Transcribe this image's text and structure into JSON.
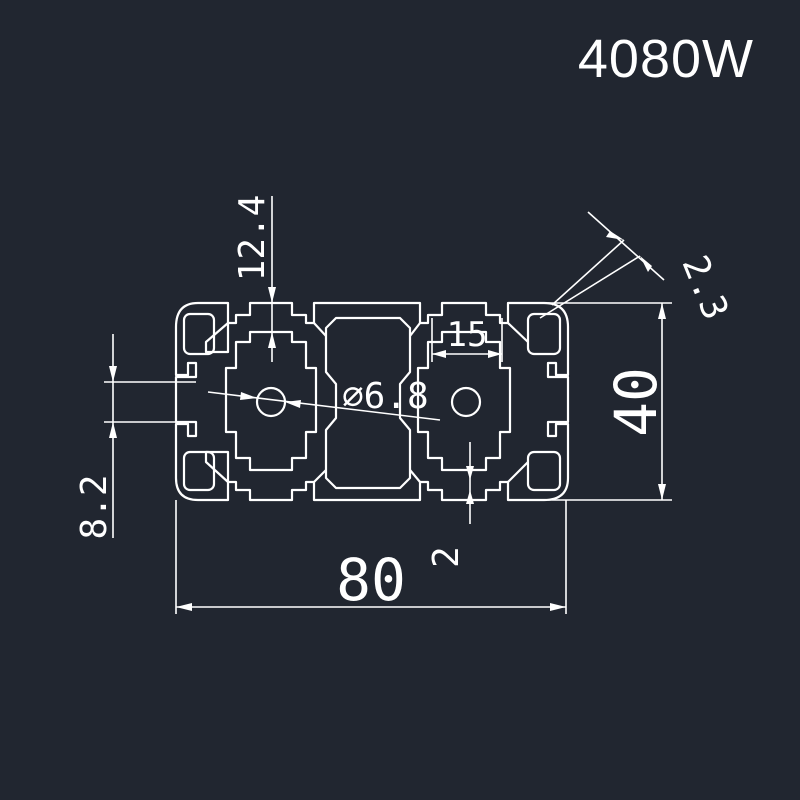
{
  "title": "4080W",
  "dimensions": {
    "width": "80",
    "height": "40",
    "slot_depth": "12.4",
    "slot_width": "8.2",
    "core_width": "15",
    "bore_diameter": "⌀6.8",
    "wall_thickness": "2",
    "corner_wall": "2.3"
  },
  "colors": {
    "background": "#212630",
    "line": "#ffffff"
  }
}
